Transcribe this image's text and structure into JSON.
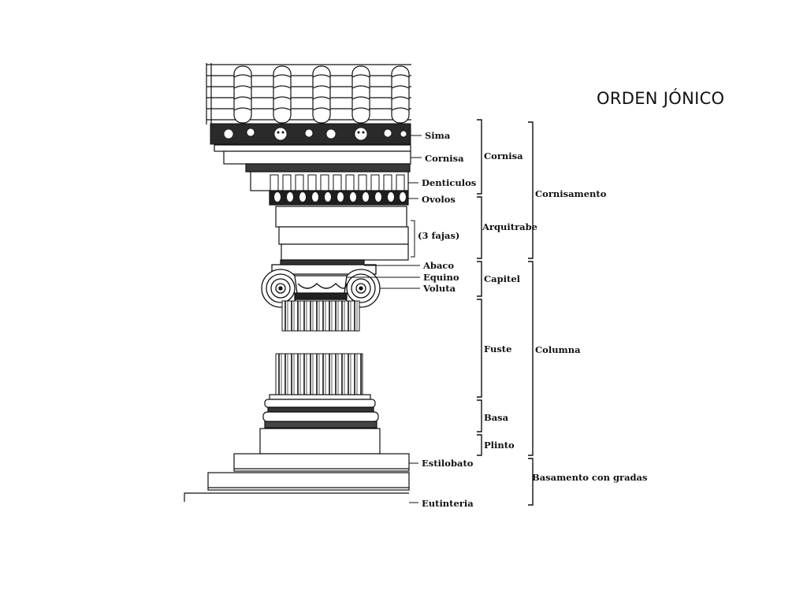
{
  "title": "ORDEN JÓNICO",
  "parts": {
    "sima": "Sima",
    "cornisa": "Cornisa",
    "denticulos": "Denticulos",
    "ovolos": "Ovolos",
    "fajas": "(3 fajas)",
    "abaco": "Abaco",
    "equino": "Equino",
    "voluta": "Voluta",
    "estilobato": "Estilobato",
    "eutinteria": "Eutinteria"
  },
  "groups": {
    "cornisa": "Cornisa",
    "arquitrabe": "Arquitrabe",
    "capitel": "Capitel",
    "fuste": "Fuste",
    "basa": "Basa",
    "plinto": "Plinto"
  },
  "sections": {
    "cornisamento": "Cornisamento",
    "columna": "Columna",
    "basamento": "Basamento con gradas"
  }
}
